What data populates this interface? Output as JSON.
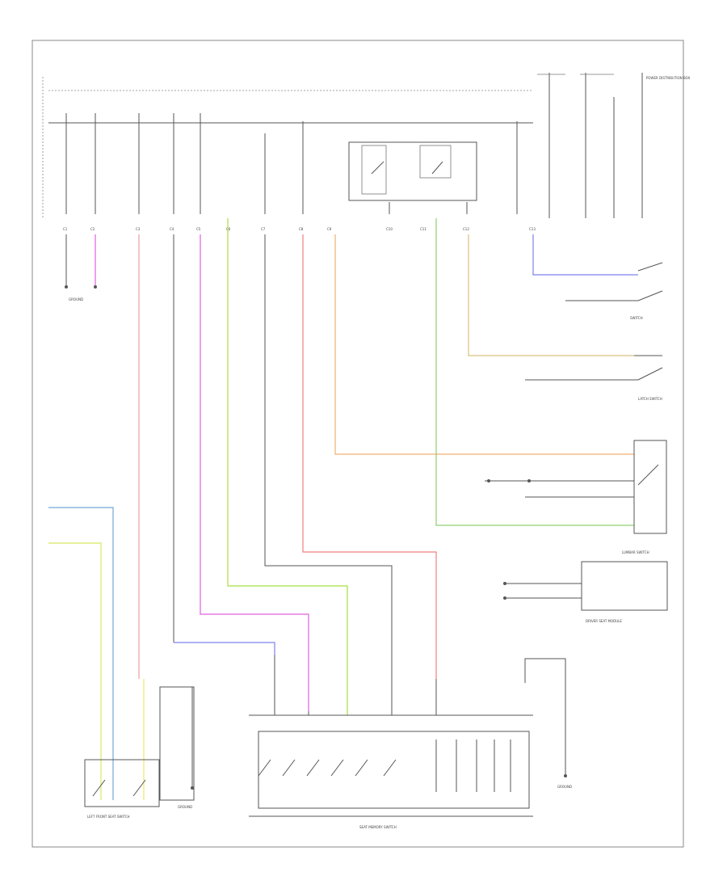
{
  "diagram": {
    "components": {
      "left_bottom_switch": "LEFT FRONT SEAT SWITCH",
      "bottom_center_switch": "SEAT MEMORY SWITCH",
      "bottom_left_ground": "GROUND",
      "bottom_right_ground": "GROUND",
      "top_left_ground": "GROUND",
      "top_right_label": "POWER DISTRIBUTION BOX",
      "right_switch_1": "SWITCH",
      "right_switch_2": "LATCH SWITCH",
      "right_switch_3": "LUMBAR SWITCH",
      "right_module": "DRIVER SEAT MODULE"
    },
    "colors": {
      "pink": "#e8a0a0",
      "magenta": "#e060e0",
      "lime": "#a8e040",
      "yellow_green": "#d8e860",
      "orange": "#f0b070",
      "green": "#90d070",
      "red": "#f08080",
      "blue": "#8080f0",
      "light_blue": "#70a8d8",
      "tan": "#d8c080",
      "yellow": "#e8e870",
      "black": "#555555"
    }
  }
}
